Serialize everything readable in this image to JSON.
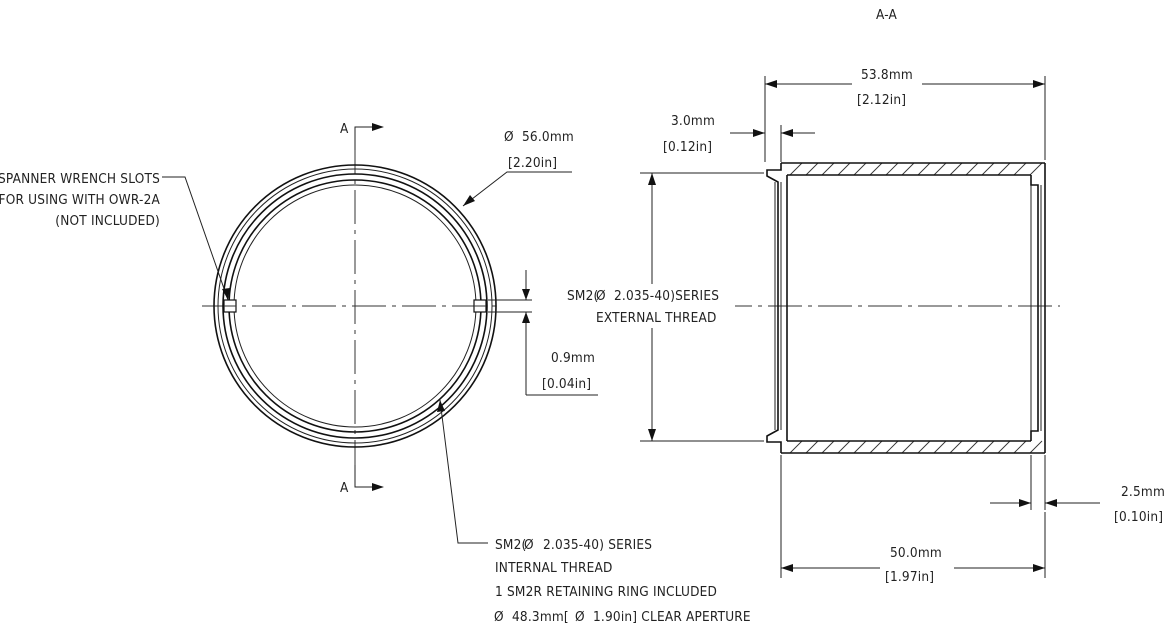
{
  "section_title": "A-A",
  "section_markers": [
    "A",
    "A"
  ],
  "front_view": {
    "callout_spanner": [
      "SPANNER WRENCH SLOTS",
      "FOR USING WITH OWR-2A",
      "(NOT INCLUDED)"
    ],
    "outer_diameter": {
      "symbol": "Ø",
      "mm": "56.0mm",
      "in": "[2.20in]"
    },
    "slot_depth": {
      "mm": "0.9mm",
      "in": "[0.04in]"
    },
    "callout_thread": [
      "SM2(",
      "2.035-40) SERIES",
      "INTERNAL THREAD",
      "1 SM2R RETAINING RING INCLUDED"
    ],
    "clear_aperture": {
      "mm": "48.3mm[",
      "in": "1.90in] CLEAR APERTURE"
    }
  },
  "side_view": {
    "overall_length": {
      "mm": "53.8mm",
      "in": "[2.12in]"
    },
    "step_length": {
      "mm": "3.0mm",
      "in": "[0.12in]"
    },
    "thread_label": [
      "SM2(",
      "2.035-40)SERIES",
      "EXTERNAL THREAD"
    ],
    "lip_length": {
      "mm": "2.5mm",
      "in": "[0.10in]"
    },
    "body_length": {
      "mm": "50.0mm",
      "in": "[1.97in]"
    }
  },
  "icons": {
    "diameter": "diameter-symbol-icon",
    "arrow": "dimension-arrow-icon"
  }
}
